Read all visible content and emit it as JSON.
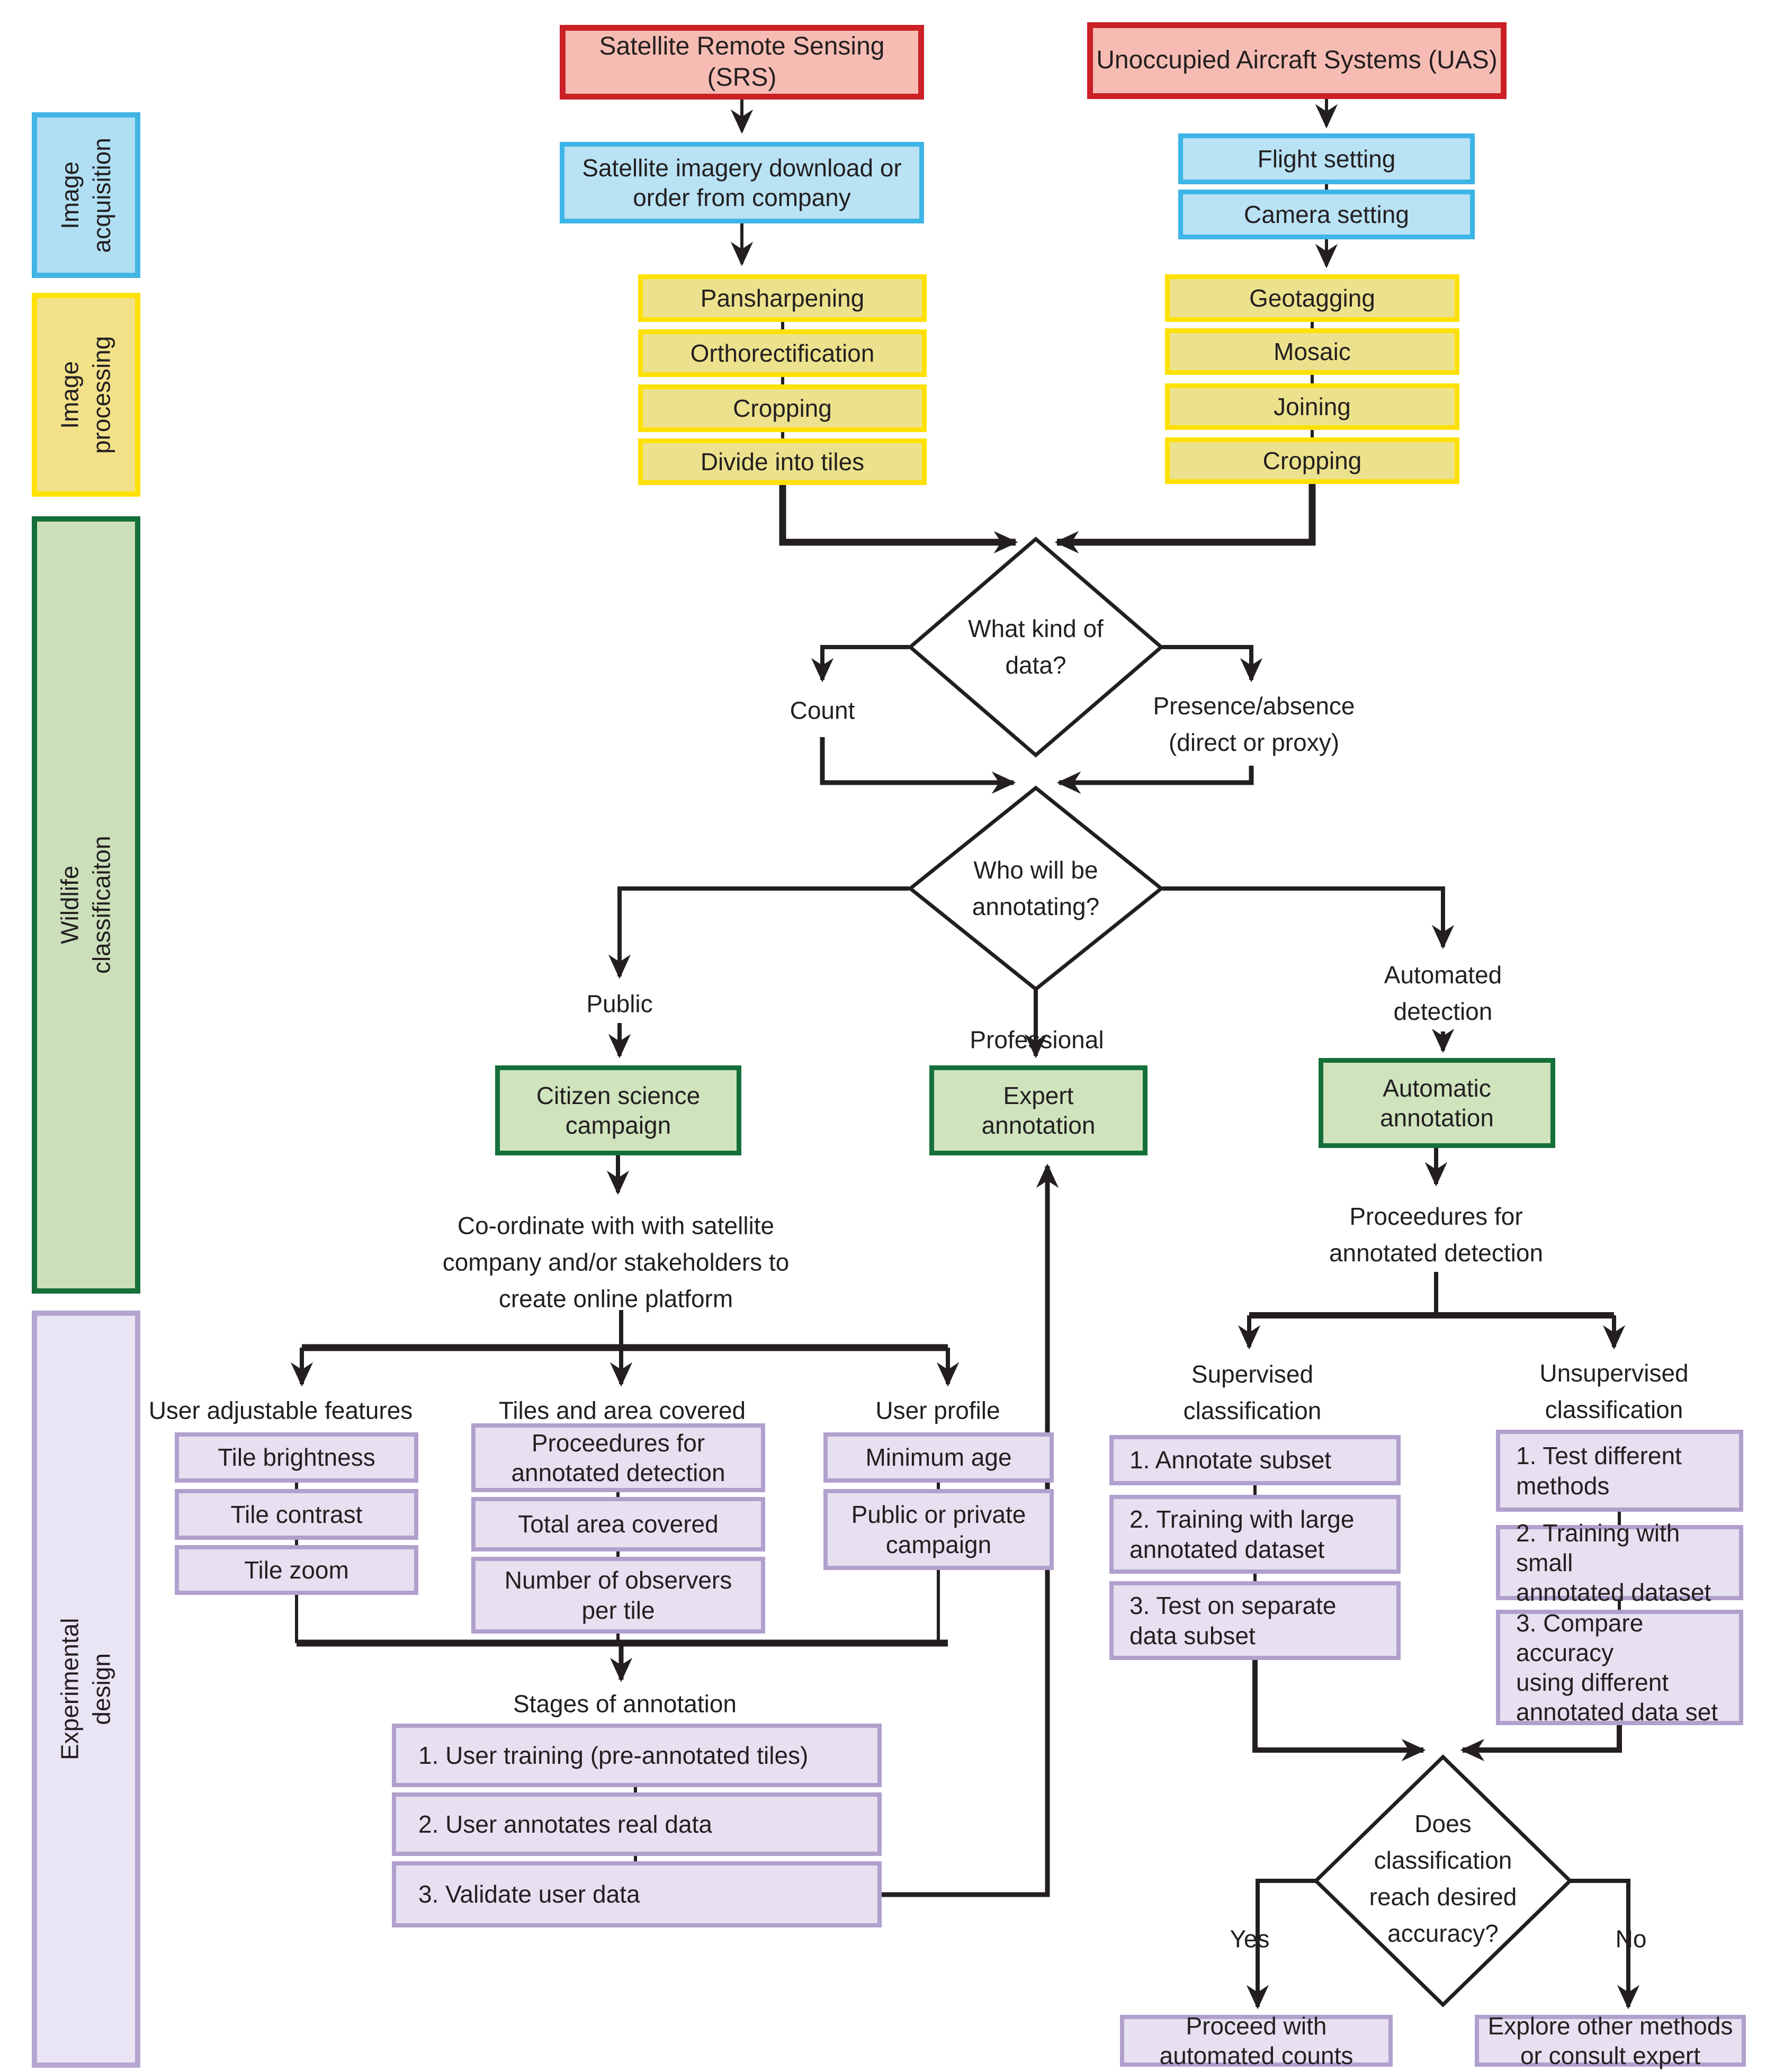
{
  "palette": {
    "red_fill": "#f6bcb3",
    "red_border": "#cb2026",
    "blue_fill": "#b9e2f4",
    "blue_border": "#3db5e6",
    "yellow_fill": "#ece28d",
    "yellow_border": "#fee104",
    "green_fill": "#cfe3bd",
    "green_border": "#156f3a",
    "purple_fill": "#e6e0f0",
    "purple_border": "#b1a0cd",
    "line": "#231f20"
  },
  "sidebar": {
    "image_acquisition": "Image\nacquisition",
    "image_processing": "Image\nprocessing",
    "wildlife_classification": "Wildlife classificaiton",
    "experimental_design": "Experimental design"
  },
  "sources": {
    "srs": "Satellite Remote Sensing (SRS)",
    "uas": "Unoccupied Aircraft Systems (UAS)"
  },
  "acquisition": {
    "satellite_imagery": "Satellite imagery download or\norder from company",
    "flight_setting": "Flight setting",
    "camera_setting": "Camera setting"
  },
  "processing": {
    "srs_steps": [
      "Pansharpening",
      "Orthorectification",
      "Cropping",
      "Divide into tiles"
    ],
    "uas_steps": [
      "Geotagging",
      "Mosaic",
      "Joining",
      "Cropping"
    ]
  },
  "decisions": {
    "data_kind": {
      "question": "What kind of\ndata?",
      "count": "Count",
      "presence": "Presence/absence\n(direct or proxy)"
    },
    "annotator": {
      "question": "Who will be\nannotating?",
      "public": "Public",
      "professional": "Professional",
      "automated": "Automated\ndetection"
    },
    "accuracy": {
      "question": "Does\nclassification\nreach desired\naccuracy?",
      "yes": "Yes",
      "no": "No"
    }
  },
  "annotation": {
    "citizen": "Citizen science\ncampaign",
    "expert": "Expert\nannotation",
    "automatic": "Automatic\nannotation",
    "coordinate_note": "Co-ordinate with with satellite\ncompany and/or stakeholders to\ncreate online platform",
    "procedures_note": "Proceedures for\nannotated detection"
  },
  "platform": {
    "user_adjustable": {
      "heading": "User adjustable features",
      "items": [
        "Tile brightness",
        "Tile contrast",
        "Tile zoom"
      ]
    },
    "tiles_area": {
      "heading": "Tiles and area covered",
      "items": [
        "Proceedures for\nannotated detection",
        "Total area covered",
        "Number of observers\nper tile"
      ]
    },
    "user_profile": {
      "heading": "User profile",
      "items": [
        "Minimum age",
        "Public or private\ncampaign"
      ]
    },
    "stages": {
      "heading": "Stages of annotation",
      "items": [
        "1. User training (pre-annotated tiles)",
        "2. User annotates real data",
        "3. Validate user data"
      ]
    }
  },
  "classification": {
    "supervised": {
      "heading": "Supervised\nclassification",
      "steps": [
        "1. Annotate subset",
        "2. Training with large\nannotated dataset",
        "3. Test on separate\ndata  subset"
      ]
    },
    "unsupervised": {
      "heading": "Unsupervised\nclassification",
      "steps": [
        "1. Test different\nmethods",
        "2. Training with small\nannotated dataset",
        "3. Compare accuracy\nusing different\nannotated data set"
      ]
    }
  },
  "outcomes": {
    "yes_box": "Proceed with\nautomated counts",
    "no_box": "Explore other methods\nor consult expert"
  }
}
